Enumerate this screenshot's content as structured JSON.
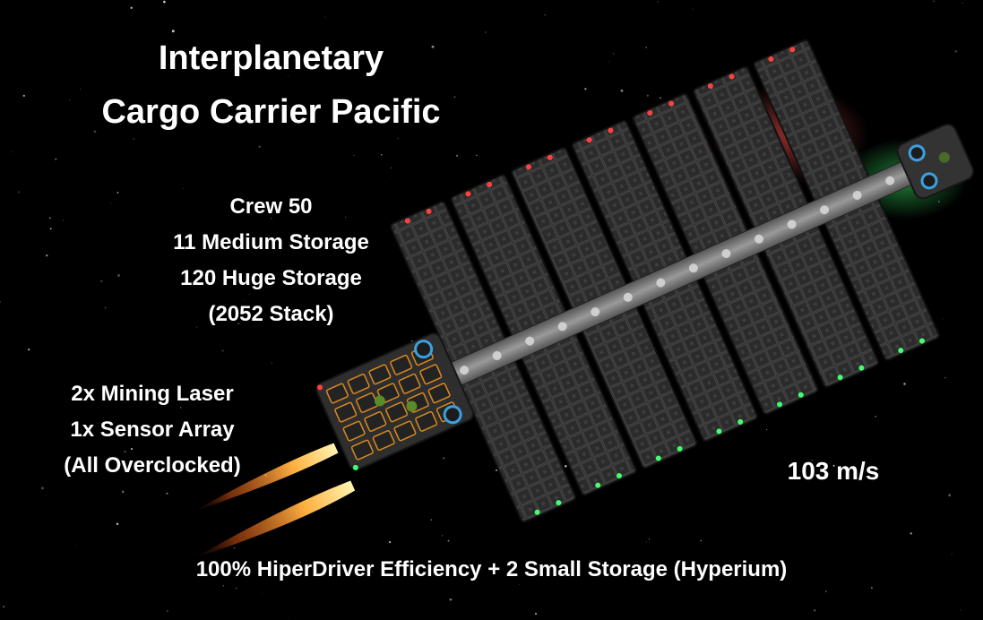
{
  "title": {
    "line1": "Interplanetary",
    "line2": "Cargo Carrier Pacific"
  },
  "specs": [
    "Crew 50",
    "11 Medium Storage",
    "120 Huge Storage",
    "(2052 Stack)"
  ],
  "modules": [
    "2x Mining Laser",
    "1x Sensor Array",
    "(All Overclocked)"
  ],
  "speed": "103 m/s",
  "footer": "100% HiperDriver Efficiency + 2 Small Storage (Hyperium)",
  "colors": {
    "background": "#000000",
    "text": "#ffffff",
    "hull": "#3a3a3a",
    "light_red": "#ff4040",
    "light_green": "#40ff70",
    "thruster": "#ffb040",
    "accent_orange": "#d9891f",
    "accent_blue": "#3aa0e0"
  }
}
